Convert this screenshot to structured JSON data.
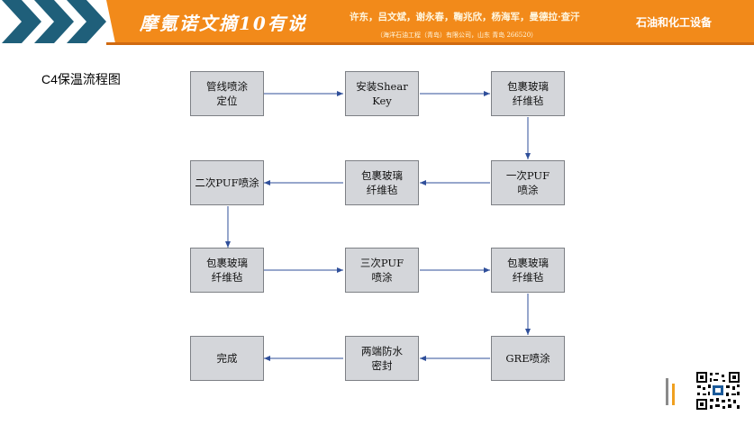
{
  "header": {
    "brand_title": "摩氪诺文摘10有说",
    "authors": "许东，吕文斌，谢永春，鞠兆欣，杨海军，曼德拉·查汗",
    "address": "（海洋石油工程（青岛）有限公司，山东 青岛 266520）",
    "section_label": "石油和化工设备",
    "accent_color": "#f28a1a",
    "chevron_color": "#1f5f7a"
  },
  "page": {
    "title": "C4保温流程图"
  },
  "flowchart": {
    "node_fill": "#d4d6da",
    "arrow_color": "#2f4f9a",
    "nodes": [
      {
        "id": "n1",
        "label": "管线喷涂\n定位"
      },
      {
        "id": "n2",
        "label": "安装Shear\nKey"
      },
      {
        "id": "n3",
        "label": "包裹玻璃\n纤维毡"
      },
      {
        "id": "n4",
        "label": "一次PUF\n喷涂"
      },
      {
        "id": "n5",
        "label": "包裹玻璃\n纤维毡"
      },
      {
        "id": "n6",
        "label": "二次PUF喷涂"
      },
      {
        "id": "n7",
        "label": "包裹玻璃\n纤维毡"
      },
      {
        "id": "n8",
        "label": "三次PUF\n喷涂"
      },
      {
        "id": "n9",
        "label": "包裹玻璃\n纤维毡"
      },
      {
        "id": "n10",
        "label": "GRE喷涂"
      },
      {
        "id": "n11",
        "label": "两端防水\n密封"
      },
      {
        "id": "n12",
        "label": "完成"
      }
    ]
  }
}
